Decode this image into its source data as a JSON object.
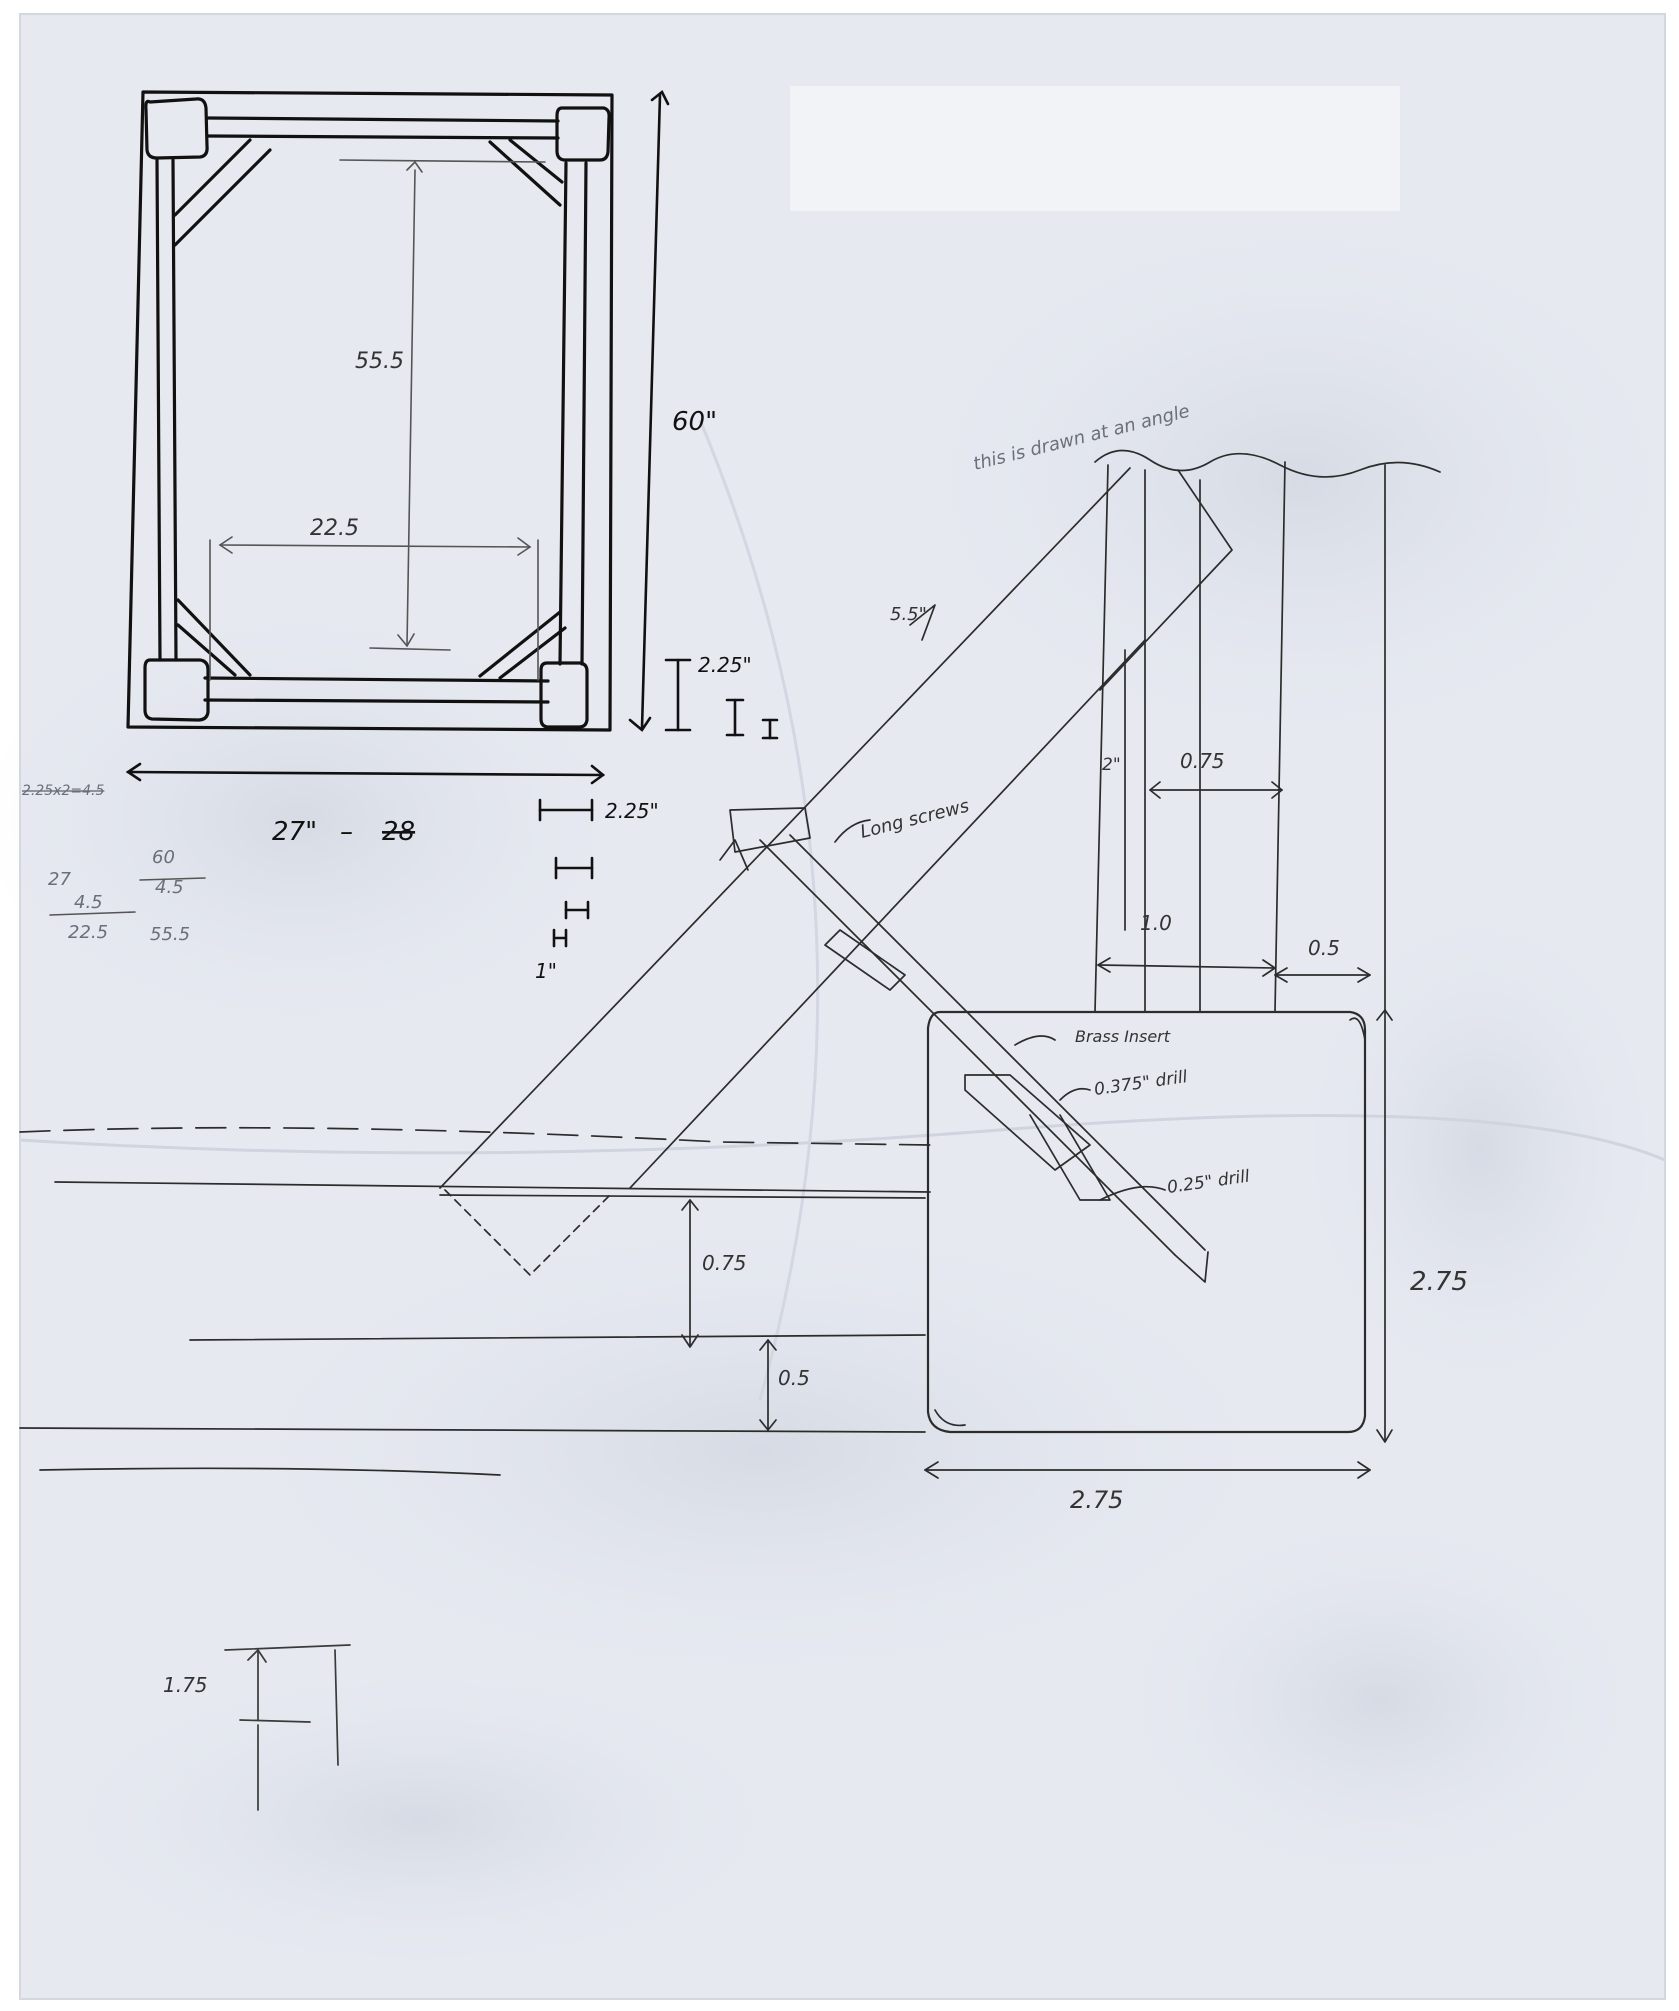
{
  "frame_sketch": {
    "inner_length": "55.5",
    "inner_width": "22.5",
    "outer_length": "60\"",
    "outer_width": "27\"",
    "outer_width_struck": "28",
    "post_size": "2.25\"",
    "post_width": "2.25\"",
    "small_dim": "1\"",
    "margin_calc_struck": "2.25x2=4.5",
    "calc_a": [
      "27",
      "4.5",
      "22.5"
    ],
    "calc_b": [
      "60",
      "4.5",
      "55.5"
    ]
  },
  "detail_sketch": {
    "note": "this is drawn at an angle",
    "brace_width": "5.5\"",
    "screws_label": "Long screws",
    "brass_insert_label": "Brass Insert",
    "drill_large_label": "0.375\" drill",
    "drill_small_label": "0.25\" drill",
    "screw_depth": "2\"",
    "rail_thickness": "0.75",
    "offset_1": "1.0",
    "offset_2": "0.5",
    "rail_height": "0.75",
    "rail_gap": "0.5",
    "post_height": "2.75",
    "post_width": "2.75"
  },
  "corner_sketch": {
    "dim": "1.75"
  }
}
